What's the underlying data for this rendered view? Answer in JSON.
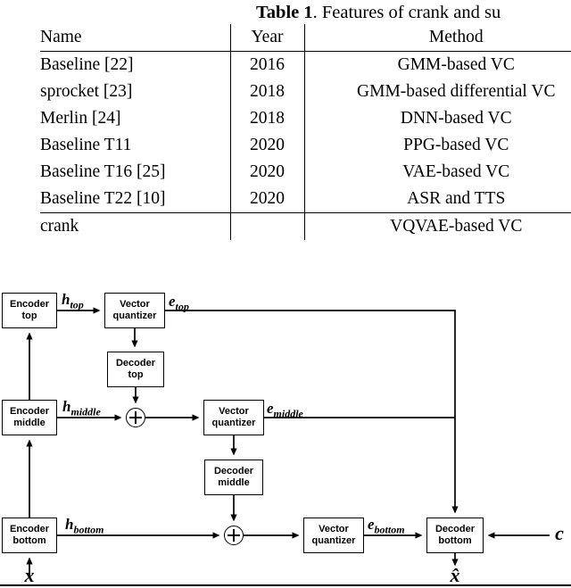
{
  "table": {
    "caption": {
      "label": "Table 1",
      "text": ". Features of crank and su"
    },
    "headers": {
      "name": "Name",
      "year": "Year",
      "method": "Method"
    },
    "rows": [
      {
        "name": "Baseline [22]",
        "year": "2016",
        "method": "GMM-based VC"
      },
      {
        "name": "sprocket [23]",
        "year": "2018",
        "method": "GMM-based differential VC"
      },
      {
        "name": "Merlin [24]",
        "year": "2018",
        "method": "DNN-based VC"
      },
      {
        "name": "Baseline T11",
        "year": "2020",
        "method": "PPG-based VC"
      },
      {
        "name": "Baseline T16 [25]",
        "year": "2020",
        "method": "VAE-based VC"
      },
      {
        "name": "Baseline T22 [10]",
        "year": "2020",
        "method": "ASR and TTS"
      },
      {
        "name": "crank",
        "year": "",
        "method": "VQVAE-based VC"
      }
    ]
  },
  "diagram": {
    "boxes": {
      "encoder_top": {
        "line1": "Encoder",
        "line2": "top"
      },
      "encoder_middle": {
        "line1": "Encoder",
        "line2": "middle"
      },
      "encoder_bottom": {
        "line1": "Encoder",
        "line2": "bottom"
      },
      "vq_top": {
        "line1": "Vector",
        "line2": "quantizer"
      },
      "vq_middle": {
        "line1": "Vector",
        "line2": "quantizer"
      },
      "vq_bottom": {
        "line1": "Vector",
        "line2": "quantizer"
      },
      "decoder_top": {
        "line1": "Decoder",
        "line2": "top"
      },
      "decoder_middle": {
        "line1": "Decoder",
        "line2": "middle"
      },
      "decoder_bottom": {
        "line1": "Decoder",
        "line2": "bottom"
      }
    },
    "labels": {
      "h_top": {
        "base": "h",
        "sub": "top"
      },
      "e_top": {
        "base": "e",
        "sub": "top"
      },
      "h_middle": {
        "base": "h",
        "sub": "middle"
      },
      "e_middle": {
        "base": "e",
        "sub": "middle"
      },
      "h_bottom": {
        "base": "h",
        "sub": "bottom"
      },
      "e_bottom": {
        "base": "e",
        "sub": "bottom"
      },
      "input": "x",
      "output": "x̂",
      "condition": "c"
    },
    "icons": {
      "adder": "circle-plus"
    }
  }
}
